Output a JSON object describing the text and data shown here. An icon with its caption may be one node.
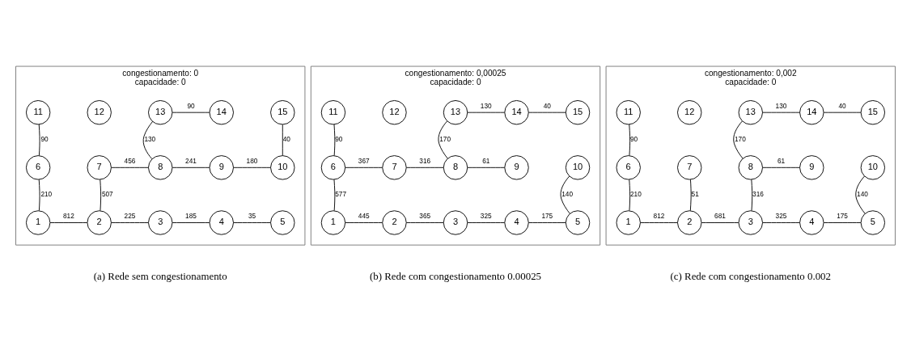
{
  "diagram": {
    "nodes": [
      {
        "text": [
          "congestionamento: 0",
          "capacidade: 0"
        ]
      },
      {
        "text": [
          "11"
        ],
        "in": 0
      },
      {
        "text": [
          "12"
        ],
        "in": 0
      },
      {
        "text": [
          "13"
        ],
        "in": 0
      },
      {
        "text": [
          "14"
        ],
        "in": 0
      },
      {
        "text": [
          "15"
        ],
        "in": 0
      },
      {
        "text": [
          "6"
        ],
        "in": 0
      },
      {
        "text": [
          "7"
        ],
        "in": 0
      },
      {
        "text": [
          "8"
        ],
        "in": 0
      },
      {
        "text": [
          "9"
        ],
        "in": 0
      },
      {
        "text": [
          "10"
        ],
        "in": 0
      },
      {
        "text": [
          "1"
        ],
        "in": 0
      },
      {
        "text": [
          "2"
        ],
        "in": 0
      },
      {
        "text": [
          "3"
        ],
        "in": 0
      },
      {
        "text": [
          "4"
        ],
        "in": 0
      },
      {
        "text": [
          "5"
        ],
        "in": 0
      },
      {
        "text": [
          "congestionamento: 0,00025",
          "capacidade: 0"
        ]
      },
      {
        "text": [
          "11"
        ],
        "in": 16
      },
      {
        "text": [
          "12"
        ],
        "in": 16
      },
      {
        "text": [
          "13"
        ],
        "in": 16
      },
      {
        "text": [
          "14"
        ],
        "in": 16
      },
      {
        "text": [
          "15"
        ],
        "in": 16
      },
      {
        "text": [
          "6"
        ],
        "in": 16
      },
      {
        "text": [
          "7"
        ],
        "in": 16
      },
      {
        "text": [
          "8"
        ],
        "in": 16
      },
      {
        "text": [
          "9"
        ],
        "in": 16
      },
      {
        "text": [
          "10"
        ],
        "in": 16
      },
      {
        "text": [
          "1"
        ],
        "in": 16
      },
      {
        "text": [
          "2"
        ],
        "in": 16
      },
      {
        "text": [
          "3"
        ],
        "in": 16
      },
      {
        "text": [
          "4"
        ],
        "in": 16
      },
      {
        "text": [
          "5"
        ],
        "in": 16
      },
      {
        "text": [
          "congestionamento: 0,002",
          "capacidade: 0"
        ]
      },
      {
        "text": [
          "11"
        ],
        "in": 32
      },
      {
        "text": [
          "12"
        ],
        "in": 32
      },
      {
        "text": [
          "13"
        ],
        "in": 32
      },
      {
        "text": [
          "14"
        ],
        "in": 32
      },
      {
        "text": [
          "15"
        ],
        "in": 32
      },
      {
        "text": [
          "6"
        ],
        "in": 32
      },
      {
        "text": [
          "7"
        ],
        "in": 32
      },
      {
        "text": [
          "8"
        ],
        "in": 32
      },
      {
        "text": [
          "9"
        ],
        "in": 32
      },
      {
        "text": [
          "10"
        ],
        "in": 32
      },
      {
        "text": [
          "1"
        ],
        "in": 32
      },
      {
        "text": [
          "2"
        ],
        "in": 32
      },
      {
        "text": [
          "3"
        ],
        "in": 32
      },
      {
        "text": [
          "4"
        ],
        "in": 32
      },
      {
        "text": [
          "5"
        ],
        "in": 32
      }
    ],
    "edges": [
      {
        "from": 1,
        "to": 6,
        "arrow": "none",
        "label": "90"
      },
      {
        "from": 3,
        "to": 4,
        "arrow": "none",
        "label": "90"
      },
      {
        "from": 3,
        "to": 8,
        "arrow": "none",
        "label": "130"
      },
      {
        "from": 5,
        "to": 10,
        "arrow": "none",
        "label": "40"
      },
      {
        "from": 7,
        "to": 8,
        "arrow": "none",
        "label": "456"
      },
      {
        "from": 8,
        "to": 9,
        "arrow": "none",
        "label": "241"
      },
      {
        "from": 9,
        "to": 10,
        "arrow": "none",
        "label": "180"
      },
      {
        "from": 6,
        "to": 11,
        "arrow": "none",
        "label": "210"
      },
      {
        "from": 7,
        "to": 12,
        "arrow": "none",
        "label": "507"
      },
      {
        "from": 11,
        "to": 12,
        "arrow": "none",
        "label": "812"
      },
      {
        "from": 12,
        "to": 13,
        "arrow": "none",
        "label": "225"
      },
      {
        "from": 13,
        "to": 14,
        "arrow": "none",
        "label": "185"
      },
      {
        "from": 14,
        "to": 15,
        "arrow": "none",
        "label": "35"
      },
      {
        "from": 17,
        "to": 22,
        "arrow": "none",
        "label": "90"
      },
      {
        "from": 19,
        "to": 20,
        "arrow": "none",
        "label": "130"
      },
      {
        "from": 20,
        "to": 21,
        "arrow": "none",
        "label": "40"
      },
      {
        "from": 19,
        "to": 24,
        "arrow": "none",
        "label": "170"
      },
      {
        "from": 22,
        "to": 23,
        "arrow": "none",
        "label": "367"
      },
      {
        "from": 23,
        "to": 24,
        "arrow": "none",
        "label": "316"
      },
      {
        "from": 24,
        "to": 25,
        "arrow": "none",
        "label": "61"
      },
      {
        "from": 22,
        "to": 27,
        "arrow": "none",
        "label": "577"
      },
      {
        "from": 26,
        "to": 31,
        "arrow": "none",
        "label": "140"
      },
      {
        "from": 27,
        "to": 28,
        "arrow": "none",
        "label": "445"
      },
      {
        "from": 28,
        "to": 29,
        "arrow": "none",
        "label": "365"
      },
      {
        "from": 29,
        "to": 30,
        "arrow": "none",
        "label": "325"
      },
      {
        "from": 30,
        "to": 31,
        "arrow": "none",
        "label": "175"
      },
      {
        "from": 33,
        "to": 38,
        "arrow": "none",
        "label": "90"
      },
      {
        "from": 35,
        "to": 36,
        "arrow": "none",
        "label": "130"
      },
      {
        "from": 36,
        "to": 37,
        "arrow": "none",
        "label": "40"
      },
      {
        "from": 35,
        "to": 40,
        "arrow": "none",
        "label": "170"
      },
      {
        "from": 40,
        "to": 41,
        "arrow": "none",
        "label": "61"
      },
      {
        "from": 38,
        "to": 43,
        "arrow": "none",
        "label": "210"
      },
      {
        "from": 39,
        "to": 44,
        "arrow": "none",
        "label": "51"
      },
      {
        "from": 40,
        "to": 45,
        "arrow": "none",
        "label": "316"
      },
      {
        "from": 42,
        "to": 47,
        "arrow": "none",
        "label": "140"
      },
      {
        "from": 43,
        "to": 44,
        "arrow": "none",
        "label": "812"
      },
      {
        "from": 44,
        "to": 45,
        "arrow": "none",
        "label": "681"
      },
      {
        "from": 45,
        "to": 46,
        "arrow": "none",
        "label": "325"
      },
      {
        "from": 46,
        "to": 47,
        "arrow": "none",
        "label": "175"
      }
    ],
    "labels": [
      "(a) Rede sem congestionamento",
      "(b) Rede com congestionamento 0.00025",
      "(c) Rede com congestionamento 0.002"
    ]
  }
}
